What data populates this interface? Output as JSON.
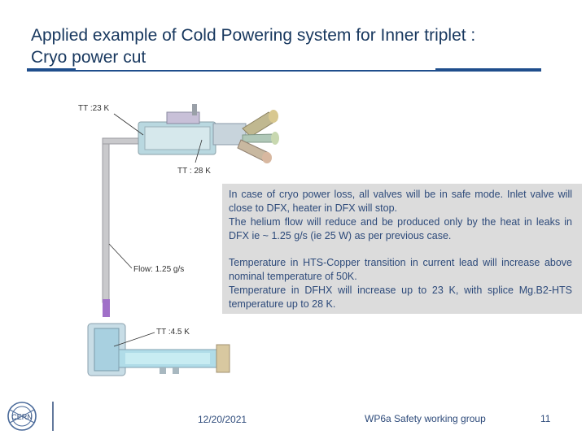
{
  "slide": {
    "title_line1": "Applied example of Cold Powering system for Inner triplet :",
    "title_line2": "Cryo power cut"
  },
  "diagram": {
    "label_top": "TT :23 K",
    "label_28": "TT : 28 K",
    "label_flow": "Flow: 1.25 g/s",
    "label_bottom": "TT :4.5 K"
  },
  "info": {
    "para1": "In case of cryo power loss, all valves will be in safe mode. Inlet valve will close to DFX, heater in DFX will stop.",
    "para2": "The helium flow will reduce and be produced only by the heat in leaks in DFX ie ~ 1.25 g/s (ie 25 W) as per previous case.",
    "para3": "Temperature in HTS-Copper transition in current lead will increase above nominal temperature of 50K.",
    "para4": "Temperature in DFHX will increase up to 23 K, with splice Mg.B2-HTS temperature up to 28 K."
  },
  "footer": {
    "logo_text": "CERN",
    "date": "12/20/2021",
    "group": "WP6a Safety working group",
    "page": "11"
  },
  "colors": {
    "title": "#17375e",
    "rule": "#1f4e8c",
    "box": "#dcdcdc"
  }
}
